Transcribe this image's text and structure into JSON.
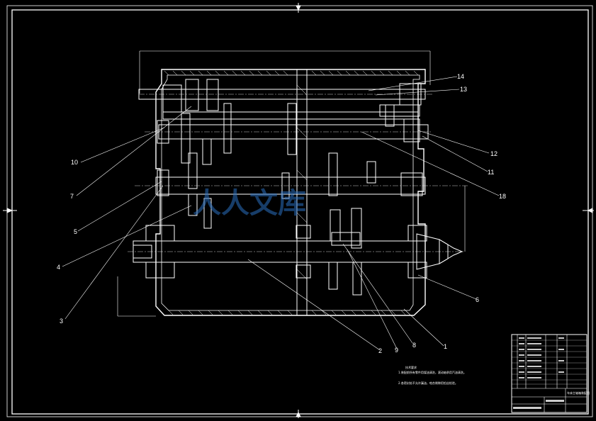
{
  "drawing": {
    "callouts": [
      "14",
      "13",
      "10",
      "7",
      "5",
      "4",
      "3",
      "12",
      "11",
      "18",
      "6",
      "1",
      "8",
      "9",
      "2"
    ]
  },
  "watermark": {
    "text": "人人文库"
  },
  "notes": {
    "heading": "技术要求",
    "line1": "1.装配前所有零件用煤油清洗，滚动轴承用汽油清洗。",
    "line2": "2.各密封处不允许漏油，啮合侧隙用铅丝检验。"
  },
  "title_block": {
    "title": "车床主轴箱装配图"
  },
  "colors": {
    "line": "#ffffff",
    "accent": "#ffffff",
    "watermark": "#2a6fbf"
  }
}
